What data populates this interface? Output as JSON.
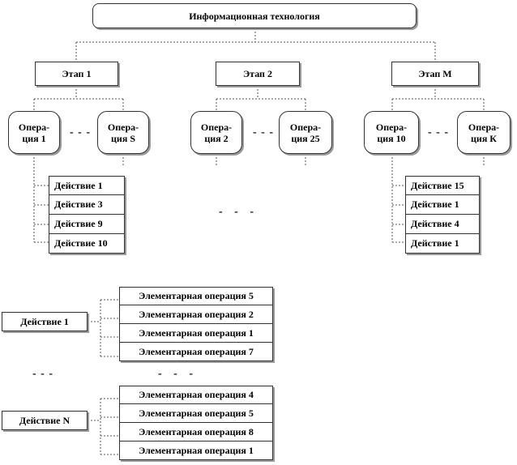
{
  "root": "Информационная технология",
  "stages": [
    "Этап 1",
    "Этап 2",
    "Этап М"
  ],
  "operations": [
    {
      "l1": "Опера-",
      "l2": "ция 1"
    },
    {
      "l1": "Опера-",
      "l2": "ция S"
    },
    {
      "l1": "Опера-",
      "l2": "ция 2"
    },
    {
      "l1": "Опера-",
      "l2": "ция 25"
    },
    {
      "l1": "Опера-",
      "l2": "ция 10"
    },
    {
      "l1": "Опера-",
      "l2": "ция К"
    }
  ],
  "ellipsis": "- - -",
  "mid_dots": "-   -   -",
  "left_actions": [
    "Действие 1",
    "Действие 3",
    "Действие 9",
    "Действие 10"
  ],
  "right_actions": [
    "Действие 15",
    "Действие 1",
    "Действие 4",
    "Действие 1"
  ],
  "groups": [
    {
      "label": "Действие 1",
      "items": [
        "Элементарная операция 5",
        "Элементарная операция 2",
        "Элементарная операция 1",
        "Элементарная операция 7"
      ]
    },
    {
      "label": "Действие N",
      "items": [
        "Элементарная операция 4",
        "Элементарная операция 5",
        "Элементарная операция 8",
        "Элементарная операция 1"
      ]
    }
  ]
}
